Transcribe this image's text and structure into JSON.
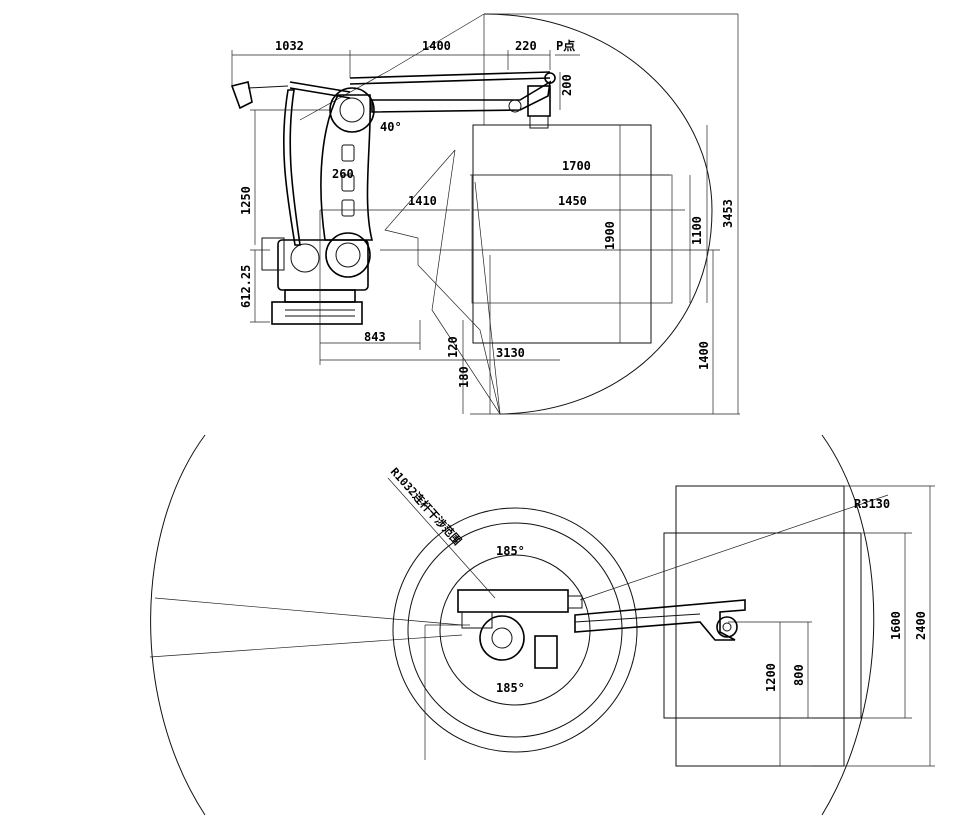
{
  "side_view": {
    "dims": {
      "d1032": "1032",
      "d1400": "1400",
      "d220": "220",
      "p_point": "P点",
      "d200": "200",
      "angle40": "40°",
      "d260": "260",
      "d1410": "1410",
      "d1700": "1700",
      "d1450": "1450",
      "d1250": "1250",
      "d1900": "1900",
      "d1100": "1100",
      "d3453": "3453",
      "d612": "612.25",
      "d843": "843",
      "d120": "120",
      "d3130": "3130",
      "d1400v": "1400",
      "d180": "180"
    }
  },
  "top_view": {
    "dims": {
      "r1032": "R1032连杆干涉范围",
      "angle_top": "185°",
      "angle_bottom": "185°",
      "r3130": "R3130",
      "d1600": "1600",
      "d2400": "2400",
      "d1200": "1200",
      "d800": "800"
    }
  }
}
